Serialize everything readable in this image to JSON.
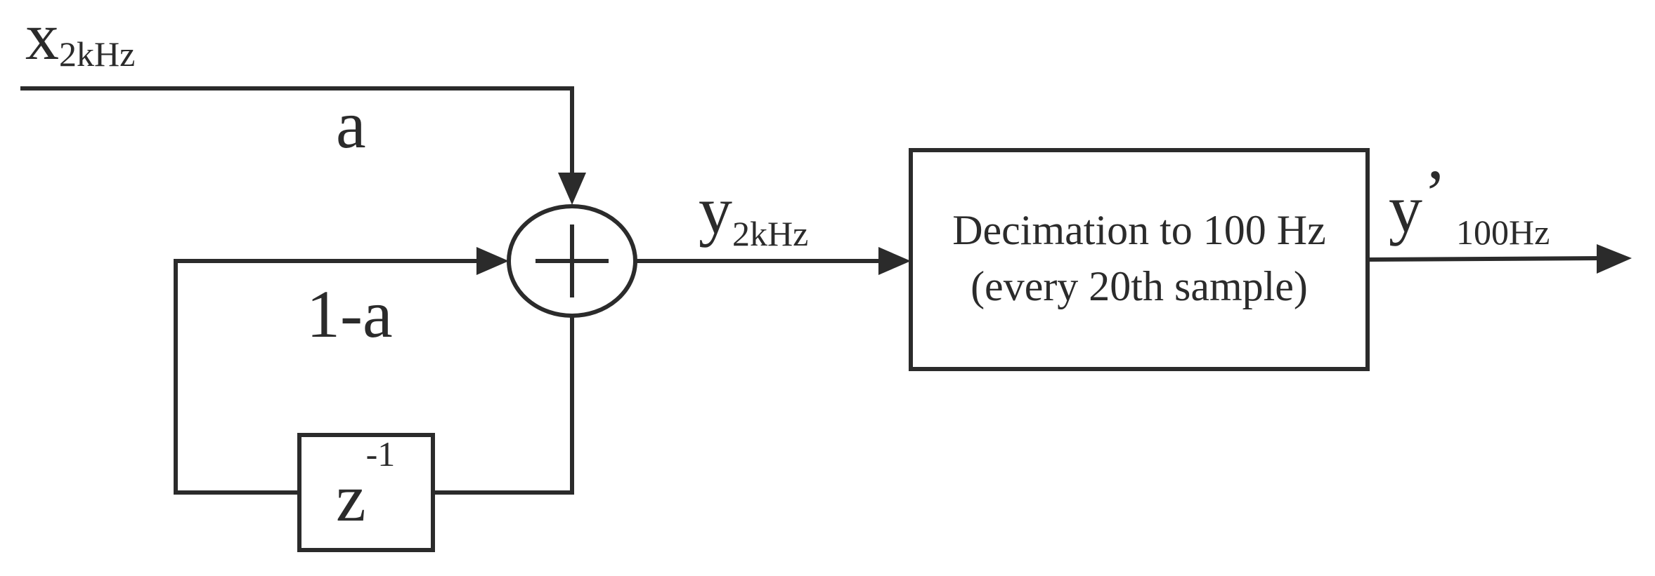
{
  "signals": {
    "input": {
      "symbol": "x",
      "subscript": "2kHz"
    },
    "intermediate": {
      "symbol": "y",
      "subscript": "2kHz"
    },
    "output": {
      "symbol": "y",
      "prime": "’",
      "subscript": "100Hz"
    }
  },
  "gains": {
    "input_gain": "a",
    "feedback_gain": "1-a"
  },
  "blocks": {
    "delay": {
      "symbol": "z",
      "exponent": "-1"
    },
    "decimation": {
      "line1": "Decimation to 100 Hz",
      "line2": "(every 20th sample)"
    }
  },
  "colors": {
    "ink": "#2b2b2b",
    "background": "#ffffff"
  }
}
